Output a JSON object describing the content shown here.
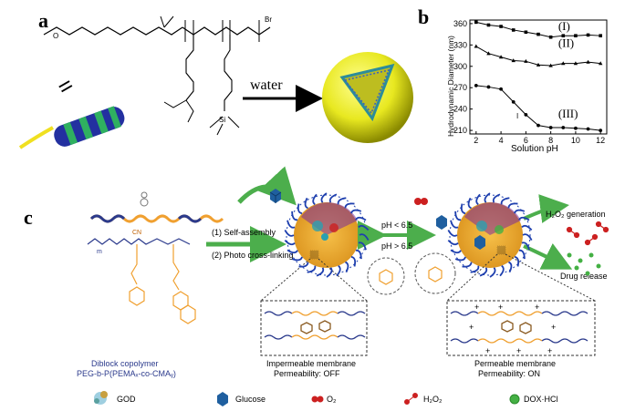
{
  "panels": {
    "a": "a",
    "b": "b",
    "c": "c"
  },
  "panel_a": {
    "equals": "=",
    "bromine": "Br",
    "silicon": "Si",
    "oxygen": "O",
    "arrow_label": "water"
  },
  "panel_b": {
    "chart_data": {
      "type": "line",
      "xlabel": "Solution pH",
      "ylabel": "Hydrodynamic Diameter (nm)",
      "xlim": [
        1.5,
        12.5
      ],
      "ylim": [
        205,
        365
      ],
      "x_ticks": [
        "2",
        "4",
        "6",
        "8",
        "10",
        "12"
      ],
      "y_ticks": [
        "210",
        "240",
        "270",
        "300",
        "330",
        "360"
      ],
      "series": [
        {
          "name": "(I)",
          "x": [
            2,
            3,
            4,
            5,
            6,
            7,
            8,
            9,
            10,
            11,
            12
          ],
          "values": [
            362,
            358,
            356,
            351,
            348,
            345,
            341,
            343,
            343,
            344,
            343
          ]
        },
        {
          "name": "(II)",
          "x": [
            2,
            3,
            4,
            5,
            6,
            7,
            8,
            9,
            10,
            11,
            12
          ],
          "values": [
            328,
            318,
            313,
            308,
            307,
            302,
            301,
            304,
            304,
            306,
            304
          ]
        },
        {
          "name": "(III)",
          "x": [
            2,
            3,
            4,
            5,
            6,
            7,
            8,
            9,
            10,
            11,
            12
          ],
          "values": [
            273,
            271,
            268,
            250,
            232,
            217,
            214,
            214,
            213,
            212,
            210
          ]
        }
      ],
      "error_bar_annotation": "I"
    }
  },
  "panel_c": {
    "step1": "(1) Self-assembly",
    "step2": "(2) Photo cross-linking",
    "ph_low": "pH < 6.5",
    "ph_high": "pH > 6.5",
    "h2o2_generation": "H₂O₂ generation",
    "drug_release": "Drug release",
    "polymer_line1": "Diblock copolymer",
    "polymer_line2": "PEG-b-P(PEMAₓ-co-CMAᵧ)",
    "impermeable_line1": "Impermeable membrane",
    "impermeable_line2": "Permeability: OFF",
    "permeable_line1": "Permeable membrane",
    "permeable_line2": "Permeability: ON",
    "repeat_n": "m",
    "cn_label": "CN"
  },
  "legend": {
    "god": "GOD",
    "glucose": "Glucose",
    "o2": "O₂",
    "h2o2": "H₂O₂",
    "dox": "DOX·HCl"
  },
  "colors": {
    "teal": "#2aa0b0",
    "green_arrow": "#4cae4c",
    "orange": "#f0a030",
    "navy_chain": "#2b3a8c",
    "brush_blue": "#1e3fae",
    "yellow_sphere": "#e8e820",
    "glucose": "#1f5f9f",
    "o2_red": "#cc2020",
    "dox_green": "#44b044"
  }
}
